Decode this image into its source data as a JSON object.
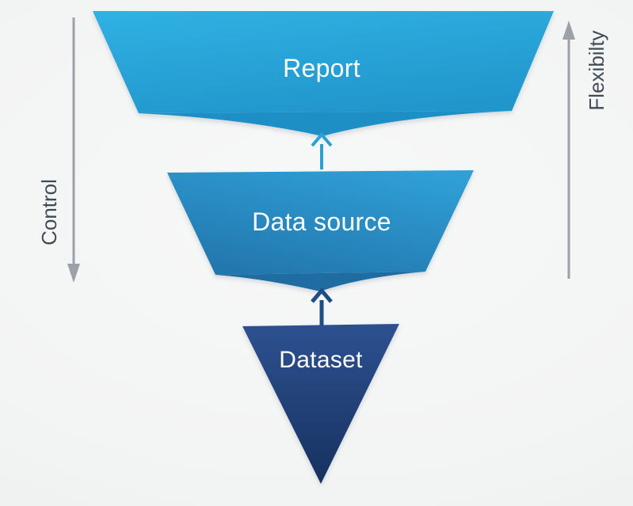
{
  "background_color": "#f3f4f4",
  "funnel": {
    "levels": [
      {
        "label": "Report",
        "label_color": "#FFFFFF",
        "gradient_top": "#2FB0E2",
        "gradient_bottom": "#2196CC",
        "chevron_color": "#1E8FC4"
      },
      {
        "label": "Data source",
        "label_color": "#FFFFFF",
        "gradient_top": "#2F9FD6",
        "gradient_bottom": "#2277AD",
        "chevron_color": "#1E6CA2"
      },
      {
        "label": "Dataset",
        "label_color": "#FFFFFF",
        "gradient_top": "#2D5190",
        "gradient_bottom": "#16315F"
      }
    ],
    "connectors": [
      {
        "name": "datasource-to-report",
        "direction": "up",
        "color": "#2BA0D4"
      },
      {
        "name": "dataset-to-datasource",
        "direction": "up",
        "color": "#1E4C87"
      }
    ]
  },
  "axes": {
    "left": {
      "label": "Control",
      "direction": "down",
      "line_color": "#9BA1A7",
      "text_color": "#414B55"
    },
    "right": {
      "label": "Flexibilty",
      "direction": "up",
      "line_color": "#9BA1A7",
      "text_color": "#414B55"
    }
  }
}
